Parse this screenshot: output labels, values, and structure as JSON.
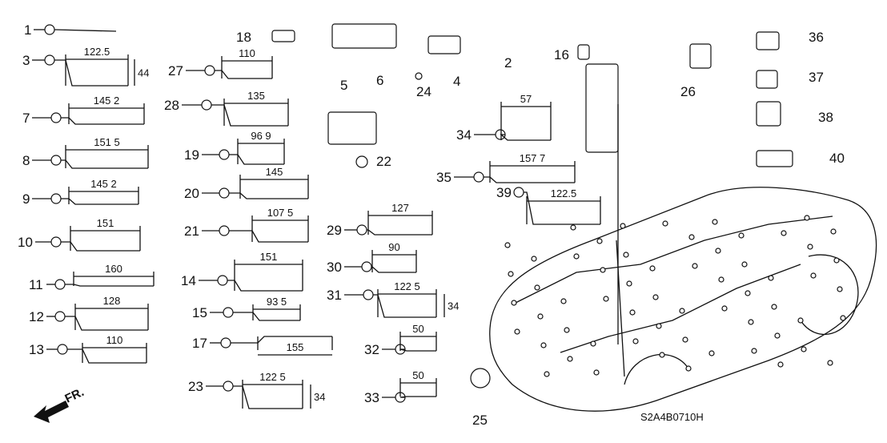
{
  "diagram": {
    "code": "S2A4B0710H",
    "front_arrow": "FR.",
    "clips": [
      {
        "number": "1",
        "dims": []
      },
      {
        "number": "3",
        "dims": [
          "122.5",
          "44"
        ]
      },
      {
        "number": "7",
        "dims": [
          "145 2"
        ]
      },
      {
        "number": "8",
        "dims": [
          "151 5"
        ]
      },
      {
        "number": "9",
        "dims": [
          "145 2"
        ]
      },
      {
        "number": "10",
        "dims": [
          "151"
        ]
      },
      {
        "number": "11",
        "dims": [
          "160"
        ]
      },
      {
        "number": "12",
        "dims": [
          "128"
        ]
      },
      {
        "number": "13",
        "dims": [
          "110"
        ]
      },
      {
        "number": "27",
        "dims": [
          "110"
        ]
      },
      {
        "number": "28",
        "dims": [
          "135"
        ]
      },
      {
        "number": "19",
        "dims": [
          "96 9"
        ]
      },
      {
        "number": "20",
        "dims": [
          "145"
        ]
      },
      {
        "number": "21",
        "dims": [
          "107 5"
        ]
      },
      {
        "number": "14",
        "dims": [
          "151"
        ]
      },
      {
        "number": "15",
        "dims": [
          "93 5"
        ]
      },
      {
        "number": "17",
        "dims": [
          "155"
        ]
      },
      {
        "number": "23",
        "dims": [
          "122 5",
          "34"
        ]
      },
      {
        "number": "29",
        "dims": [
          "127"
        ]
      },
      {
        "number": "30",
        "dims": [
          "90"
        ]
      },
      {
        "number": "31",
        "dims": [
          "122 5",
          "34"
        ]
      },
      {
        "number": "32",
        "dims": [
          "50"
        ]
      },
      {
        "number": "33",
        "dims": [
          "50"
        ]
      },
      {
        "number": "34",
        "dims": [
          "57"
        ]
      },
      {
        "number": "35",
        "dims": [
          "157 7"
        ]
      },
      {
        "number": "39",
        "dims": [
          "122.5"
        ]
      }
    ],
    "parts": [
      {
        "number": "18"
      },
      {
        "number": "6"
      },
      {
        "number": "4"
      },
      {
        "number": "24"
      },
      {
        "number": "5"
      },
      {
        "number": "22"
      },
      {
        "number": "2"
      },
      {
        "number": "16"
      },
      {
        "number": "26"
      },
      {
        "number": "36"
      },
      {
        "number": "37"
      },
      {
        "number": "38"
      },
      {
        "number": "40"
      },
      {
        "number": "25"
      }
    ]
  }
}
